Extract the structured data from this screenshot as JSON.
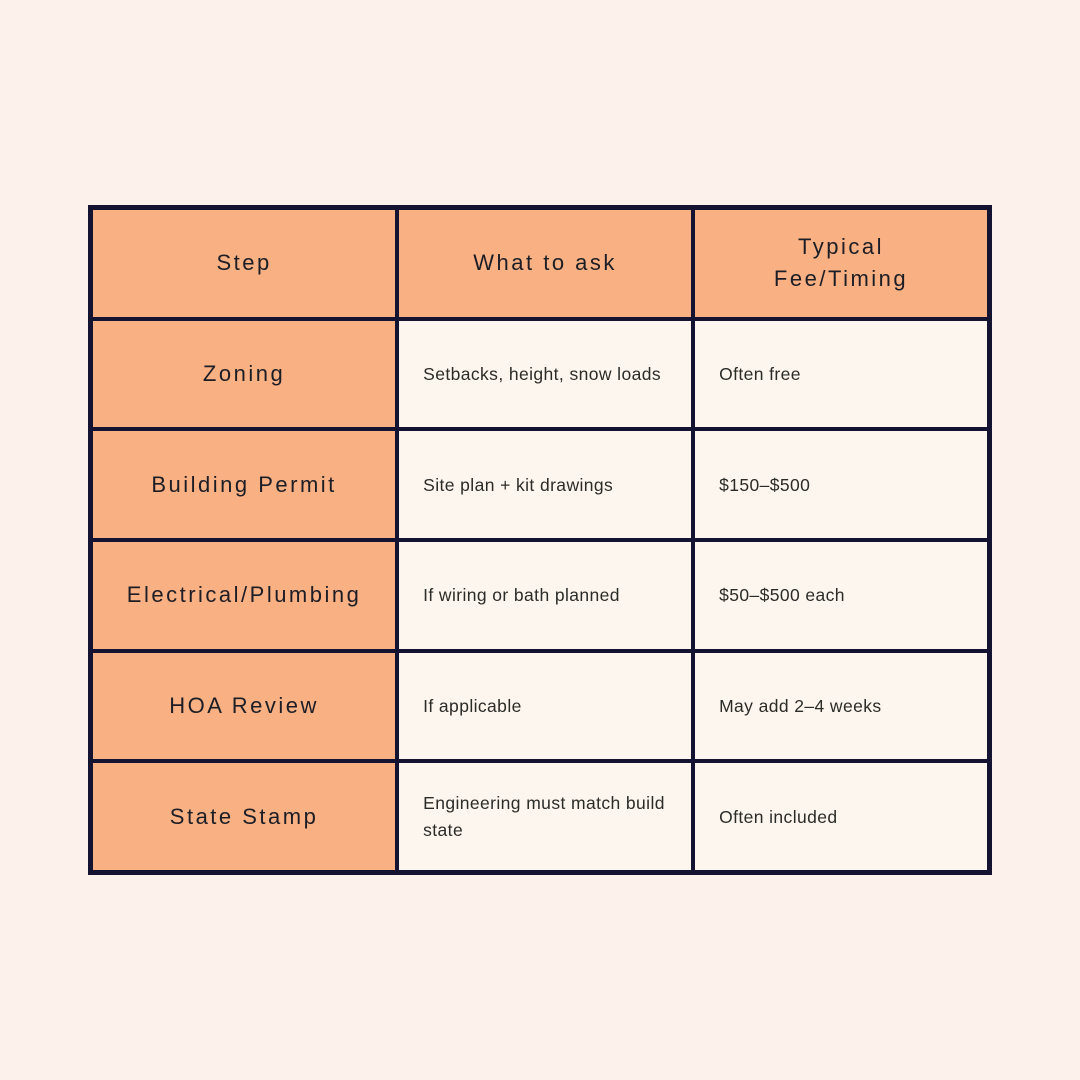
{
  "page": {
    "background_color": "#fcf2eb"
  },
  "table": {
    "style": {
      "border_color": "#141432",
      "accent_bg": "#f9b184",
      "cell_bg": "#fdf6ef",
      "text_color": "#1d1d26"
    },
    "header": {
      "step": "Step",
      "ask": "What to ask",
      "fee": "Typical Fee/Timing"
    },
    "rows": [
      {
        "step": "Zoning",
        "ask": "Setbacks, height, snow loads",
        "fee": "Often free"
      },
      {
        "step": "Building Permit",
        "ask": "Site plan + kit drawings",
        "fee": "$150–$500"
      },
      {
        "step": "Electrical/Plumbing",
        "ask": "If wiring or bath planned",
        "fee": "$50–$500 each"
      },
      {
        "step": "HOA Review",
        "ask": "If applicable",
        "fee": "May add 2–4 weeks"
      },
      {
        "step": "State Stamp",
        "ask": "Engineering must match build state",
        "fee": "Often included"
      }
    ]
  }
}
